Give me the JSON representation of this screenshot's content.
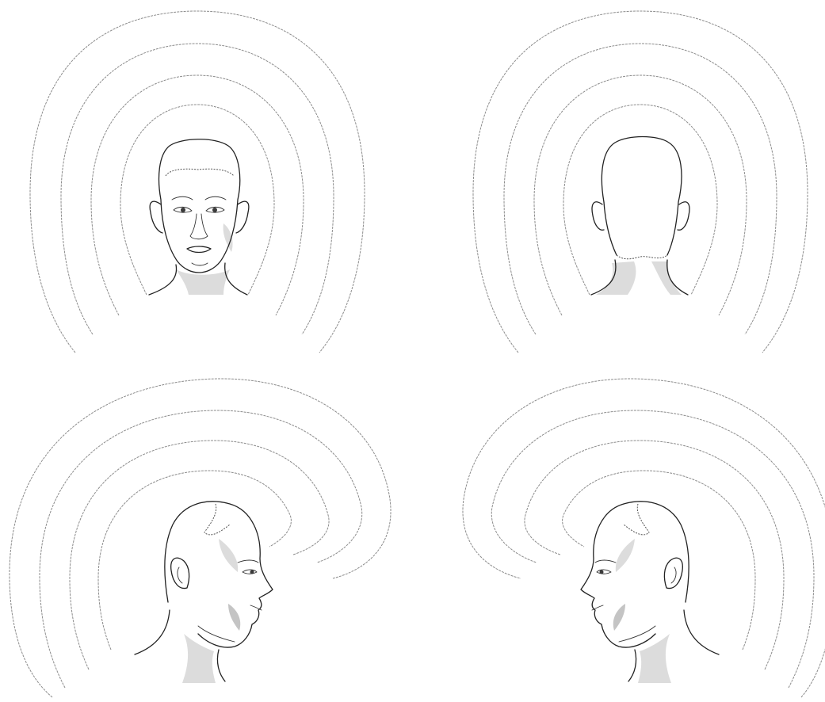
{
  "figure": {
    "panels": [
      {
        "view": "front"
      },
      {
        "view": "back"
      },
      {
        "view": "right-profile"
      },
      {
        "view": "left-profile"
      }
    ],
    "wave_rings_per_panel": 4,
    "colors": {
      "background": "#ffffff",
      "waves": "#8c8c8c",
      "outline": "#222222",
      "shading": "#dcdcdc"
    }
  }
}
